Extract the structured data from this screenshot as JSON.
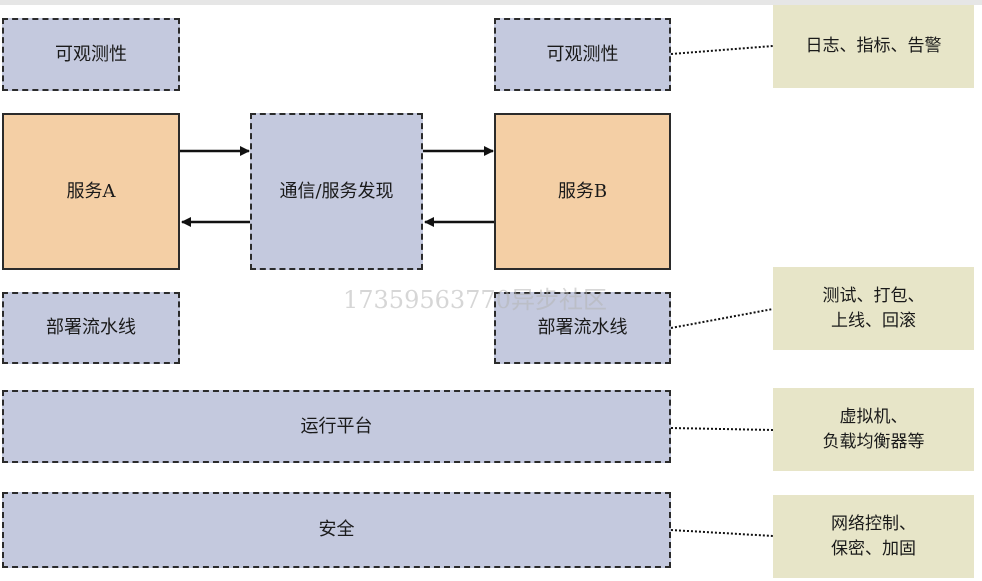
{
  "diagram": {
    "obs_left": "可观测性",
    "obs_right": "可观测性",
    "service_a": "服务A",
    "service_b": "服务B",
    "comm": "通信/服务发现",
    "pipe_left": "部署流水线",
    "pipe_right": "部署流水线",
    "runtime": "运行平台",
    "security": "安全",
    "notes": {
      "obs": "日志、指标、告警",
      "pipe": "测试、打包、\n上线、回滚",
      "runtime": "虚拟机、\n负载均衡器等",
      "security": "网络控制、\n保密、加固"
    },
    "watermark": "17359563770异步社区"
  }
}
